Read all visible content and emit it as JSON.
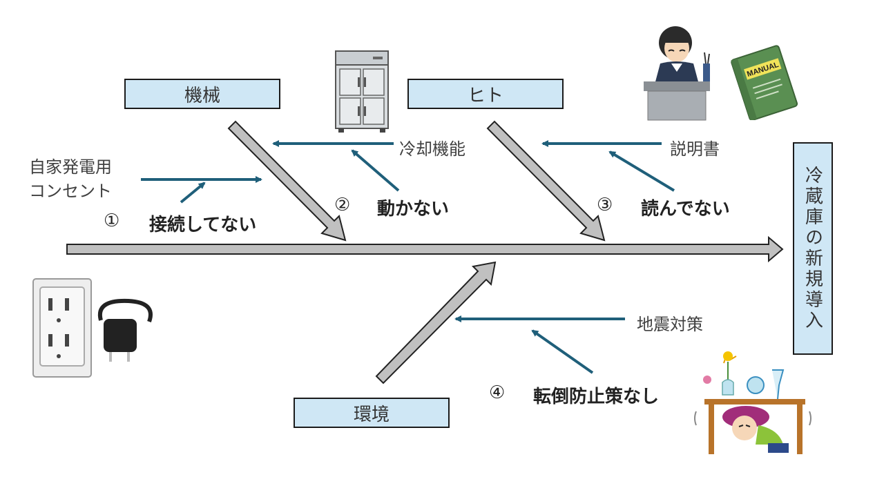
{
  "effect": {
    "label": "冷蔵庫の新規導入"
  },
  "categories": {
    "machine": "機械",
    "human": "ヒト",
    "environment": "環境"
  },
  "factors": {
    "outlet": {
      "line1": "自家発電用",
      "line2": "コンセント"
    },
    "cooling": "冷却機能",
    "manual": "説明書",
    "quake": "地震対策"
  },
  "causes": [
    {
      "num": "①",
      "text": "接続してない"
    },
    {
      "num": "②",
      "text": "動かない"
    },
    {
      "num": "③",
      "text": "読んでない"
    },
    {
      "num": "④",
      "text": "転倒防止策なし"
    }
  ],
  "illustrations": {
    "manual_book_text": "MANUAL"
  },
  "colors": {
    "box_fill": "#cfe7f5",
    "arrow_fill": "#c0c0c0",
    "factor_arrow": "#1f5f7a"
  }
}
